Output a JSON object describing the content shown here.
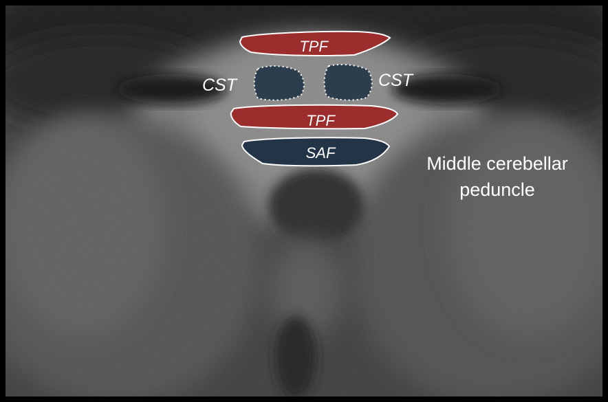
{
  "labels": {
    "tpf_top": "TPF",
    "tpf_mid": "TPF",
    "cst_left": "CST",
    "cst_right": "CST",
    "saf": "SAF",
    "mcp_line1": "Middle cerebellar",
    "mcp_line2": "peduncle"
  },
  "colors": {
    "tpf_fill": "#9b2d2d",
    "cst_fill": "#2c3d4e",
    "saf_fill": "#243447",
    "outline": "#ffffff",
    "background": "#000000"
  }
}
